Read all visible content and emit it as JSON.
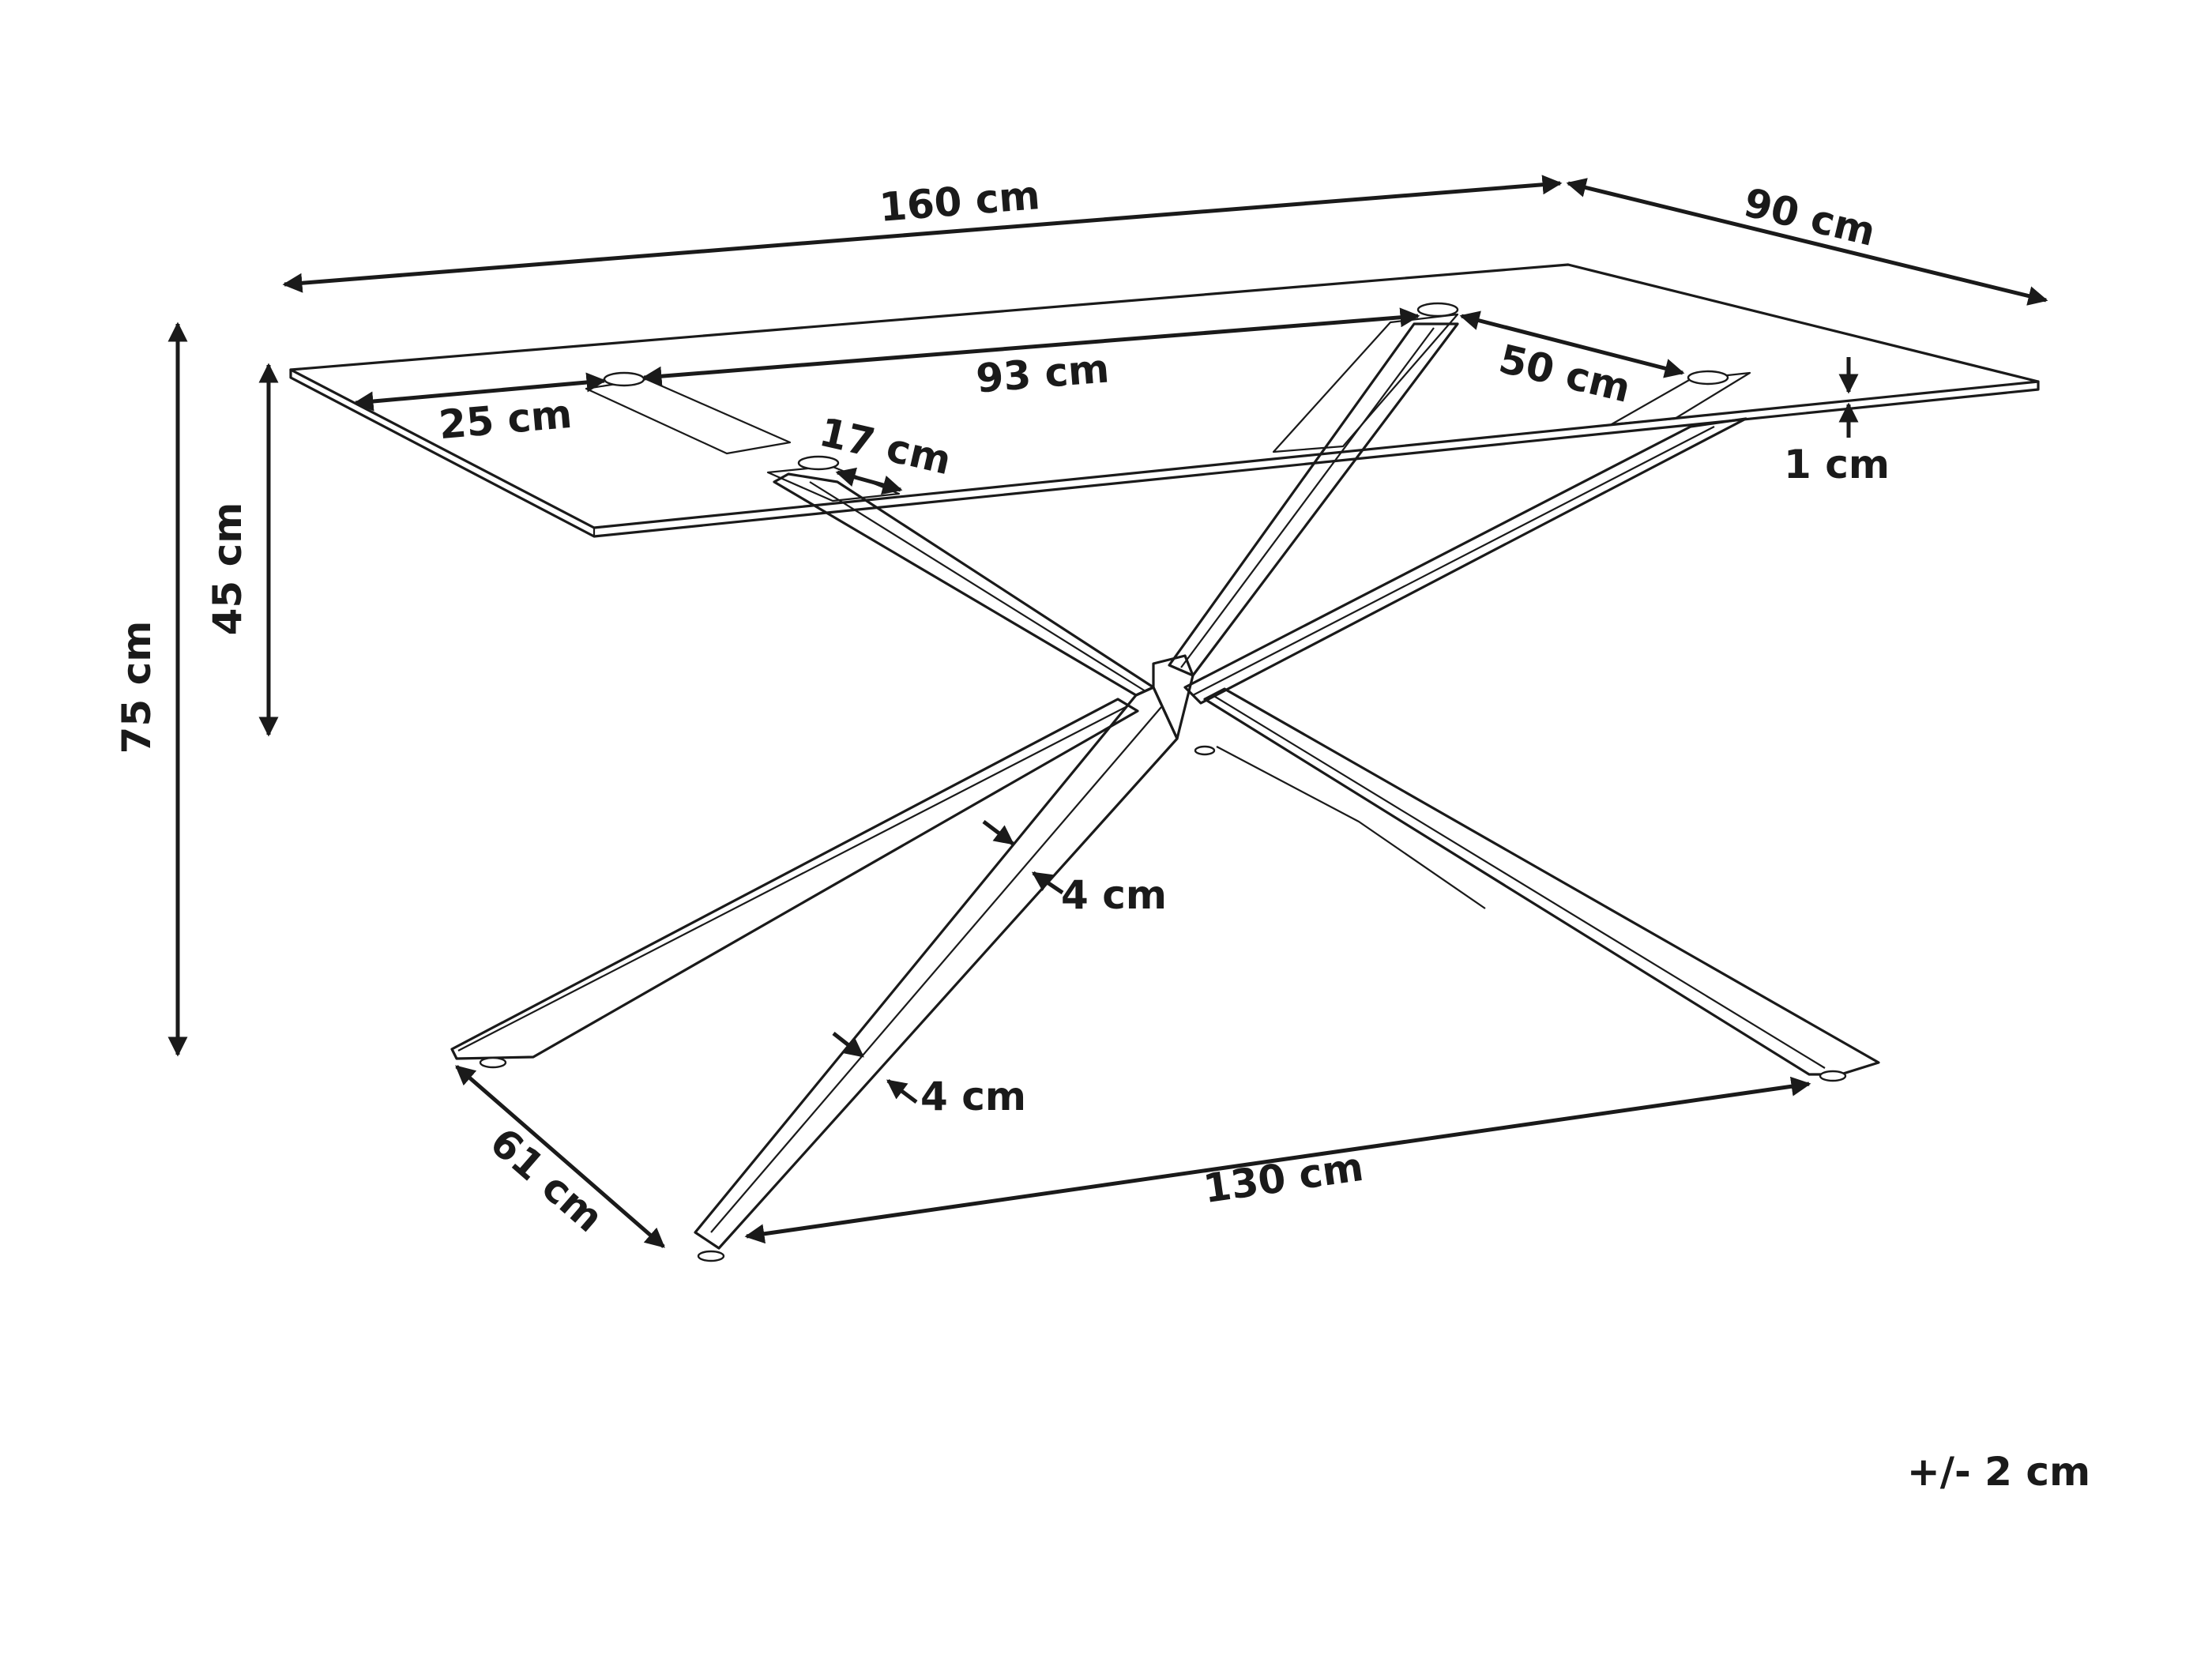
{
  "dimensions": {
    "length": "160 cm",
    "width": "90 cm",
    "height_total": "75 cm",
    "height_under_top": "45 cm",
    "top_thickness": "1 cm",
    "leg_offset_left": "25 cm",
    "top_mount_span_length": "93 cm",
    "top_mount_span_width": "50 cm",
    "mount_offset": "17 cm",
    "leg_width_1": "4 cm",
    "leg_width_2": "4 cm",
    "base_depth": "61 cm",
    "base_length": "130 cm"
  },
  "tolerance": "+/- 2 cm"
}
